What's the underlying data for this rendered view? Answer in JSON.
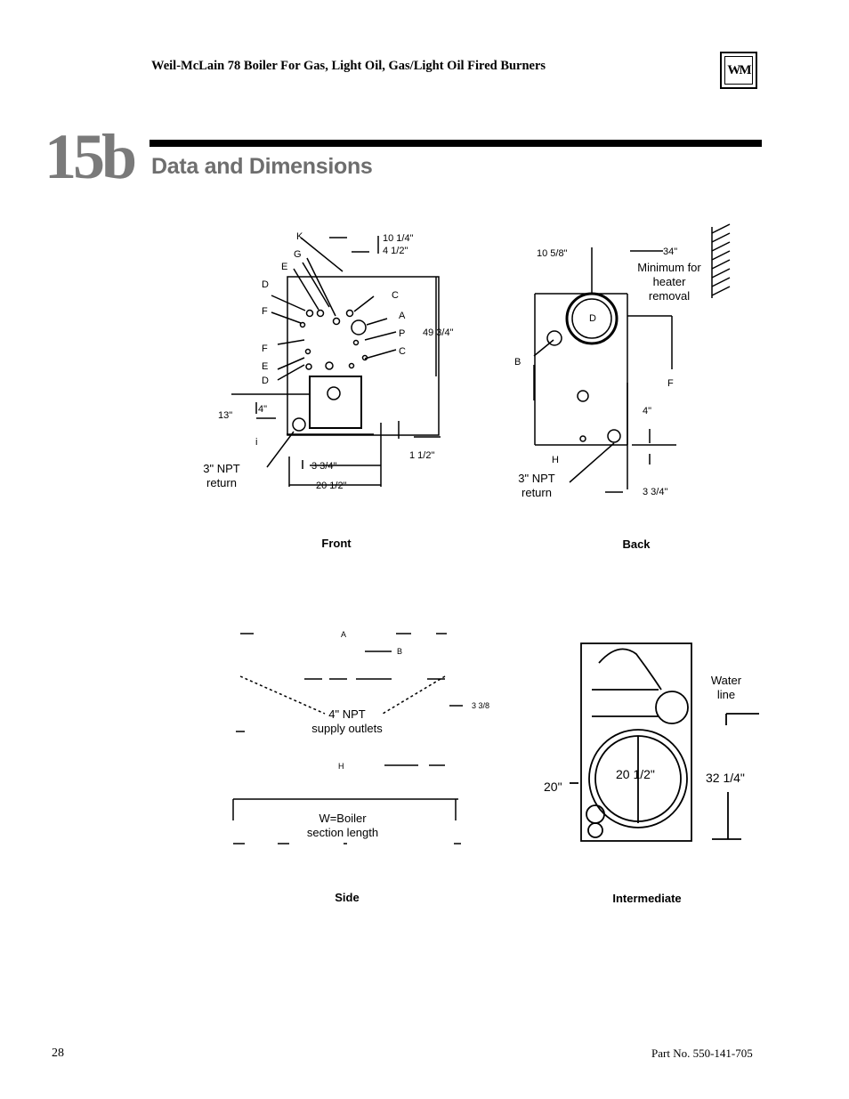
{
  "header": {
    "running_title": "Weil-McLain 78 Boiler For Gas, Light Oil, Gas/Light Oil Fired Burners",
    "logo_text": "WM"
  },
  "section": {
    "number": "15b",
    "title": "Data and Dimensions"
  },
  "figures": {
    "front": {
      "caption": "Front",
      "callouts": {
        "return_label": "3\" NPT\nreturn"
      },
      "dims": {
        "d1": "10 1/4\"",
        "d2": "4 1/2\"",
        "d3": "49 3/4\"",
        "d4": "13\"",
        "d5": "1 1/2\"",
        "d6": "3 3/4\"",
        "d7": "20 1/2\""
      }
    },
    "back": {
      "caption": "Back",
      "callouts": {
        "min_heater": "Minimum for\nheater\nremoval",
        "return_label": "3\" NPT\nreturn"
      },
      "dims": {
        "d1": "10 5/8\"",
        "d2": "34\"",
        "d3": "4\"",
        "d4": "3 3/4\""
      }
    },
    "side": {
      "caption": "Side",
      "callouts": {
        "supply": "4\" NPT\nsupply outlets",
        "section": "W=Boiler\nsection length"
      }
    },
    "intermediate": {
      "caption": "Intermediate",
      "callouts": {
        "water_line": "Water\nline"
      },
      "dims": {
        "d1": "20 1/2\"",
        "d2": "20\"",
        "d3": "32 1/4\""
      }
    }
  },
  "footer": {
    "page_number": "28",
    "part_number": "Part No. 550-141-705"
  }
}
